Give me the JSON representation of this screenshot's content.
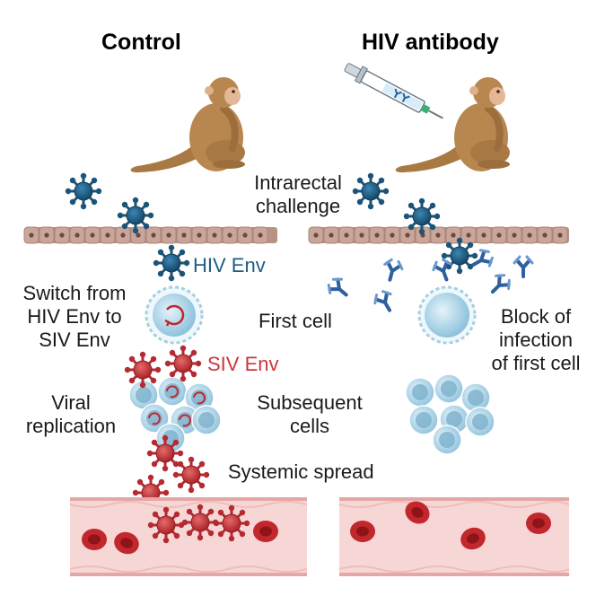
{
  "headings": {
    "control": "Control",
    "antibody": "HIV antibody"
  },
  "labels": {
    "intrarectal_1": "Intrarectal",
    "intrarectal_2": "challenge",
    "hiv_env": "HIV Env",
    "switch_1": "Switch from",
    "switch_2": "HIV Env to",
    "switch_3": "SIV Env",
    "first_cell": "First cell",
    "block_1": "Block of",
    "block_2": "infection",
    "block_3": "of first cell",
    "siv_env": "SIV Env",
    "viral_1": "Viral",
    "viral_2": "replication",
    "subsequent_1": "Subsequent",
    "subsequent_2": "cells",
    "systemic": "Systemic spread"
  },
  "colors": {
    "hiv_virus": "#1f5d86",
    "siv_virus": "#c9373c",
    "antibody": "#3e6fb0",
    "monkey": "#b8874f",
    "epithelium": "#caa69a",
    "vessel": "#f6d4d4",
    "rbc": "#c1272d",
    "cell": "#a9d2e6"
  }
}
